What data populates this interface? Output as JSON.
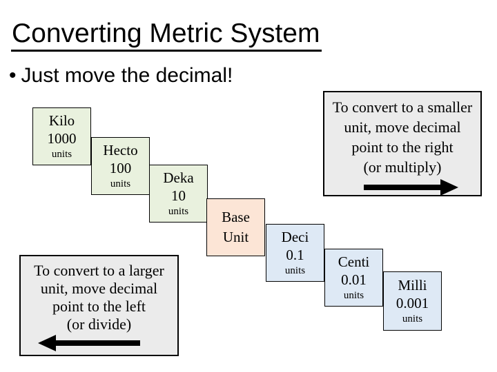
{
  "slide": {
    "title": "Converting Metric System",
    "bullet_marker": "•",
    "bullet_text": "Just move the decimal!"
  },
  "staircase": {
    "steps": [
      {
        "label": "Kilo",
        "value": "1000",
        "units": "units",
        "color": "#e9f1de"
      },
      {
        "label": "Hecto",
        "value": "100",
        "units": "units",
        "color": "#e9f1de"
      },
      {
        "label": "Deka",
        "value": "10",
        "units": "units",
        "color": "#e9f1de"
      },
      {
        "label": "Base Unit",
        "value": "",
        "units": "",
        "color": "#fce5d6"
      },
      {
        "label": "Deci",
        "value": "0.1",
        "units": "units",
        "color": "#dee9f5"
      },
      {
        "label": "Centi",
        "value": "0.01",
        "units": "units",
        "color": "#dee9f5"
      },
      {
        "label": "Milli",
        "value": "0.001",
        "units": "units",
        "color": "#dee9f5"
      }
    ]
  },
  "callouts": {
    "smaller": {
      "lines": [
        "To convert to a smaller",
        "unit, move decimal",
        "point to the right",
        "(or multiply)"
      ],
      "arrow_icon": "right-arrow",
      "bg": "#ebebeb"
    },
    "larger": {
      "lines": [
        "To convert to a larger",
        "unit, move decimal",
        "point to the left",
        "(or divide)"
      ],
      "arrow_icon": "left-arrow",
      "bg": "#ebebeb"
    }
  }
}
